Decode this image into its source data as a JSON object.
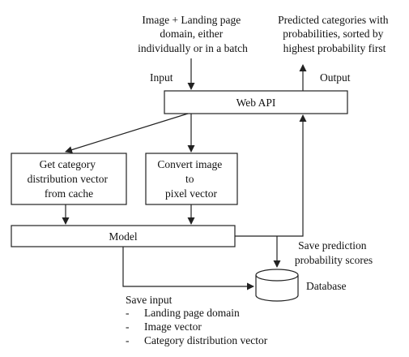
{
  "diagram": {
    "input_description": [
      "Image + Landing page",
      "domain, either",
      "individually or in a batch"
    ],
    "output_description": [
      "Predicted categories with",
      "probabilities, sorted by",
      "highest probability first"
    ],
    "input_label": "Input",
    "output_label": "Output",
    "web_api": "Web API",
    "category_box": [
      "Get category",
      "distribution vector",
      "from cache"
    ],
    "convert_box": [
      "Convert image",
      "to",
      "pixel vector"
    ],
    "model": "Model",
    "save_scores": [
      "Save prediction",
      "probability scores"
    ],
    "database": "Database",
    "save_input": {
      "title": "Save input",
      "items": [
        "Landing page domain",
        "Image vector",
        "Category distribution vector"
      ]
    }
  }
}
